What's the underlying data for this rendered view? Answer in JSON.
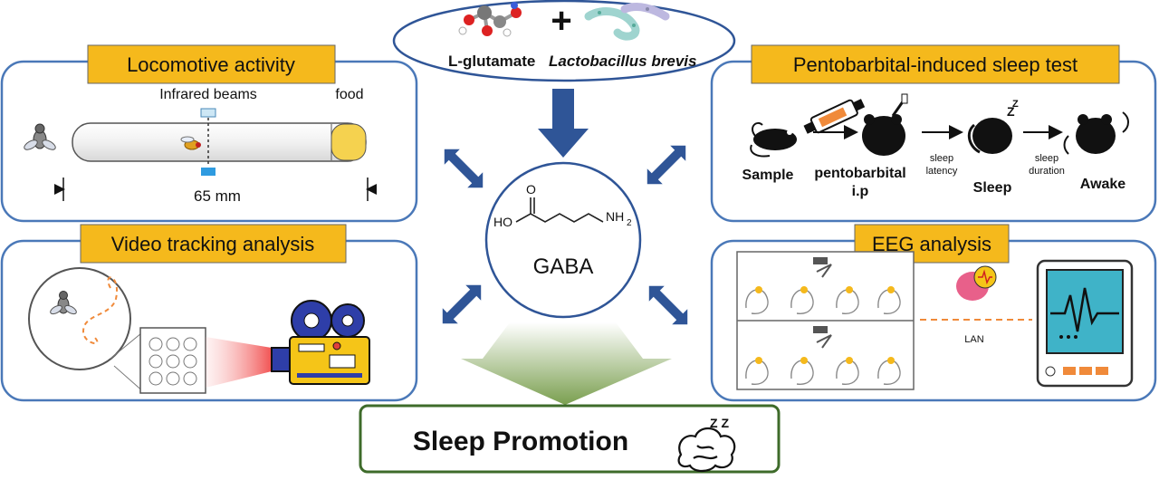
{
  "top_input": {
    "ingredient1": "L-glutamate",
    "ingredient2": "Lactobacillus brevis",
    "plus": "+"
  },
  "center": {
    "molecule_label": "GABA",
    "atom_o": "O",
    "atom_ho": "HO",
    "atom_nh": "NH",
    "atom_sub": "2"
  },
  "locomotive": {
    "title": "Locomotive activity",
    "infrared_label": "Infrared beams",
    "food_label": "food",
    "length_label": "65 mm"
  },
  "video": {
    "title": "Video tracking analysis"
  },
  "sleep_test": {
    "title": "Pentobarbital-induced sleep test",
    "step_sample": "Sample",
    "step_pento": "pentobarbital",
    "step_ip": "i.p",
    "latency_1": "sleep",
    "latency_2": "latency",
    "step_sleep": "Sleep",
    "duration_1": "sleep",
    "duration_2": "duration",
    "step_awake": "Awake",
    "zz": "Z"
  },
  "eeg": {
    "title": "EEG analysis",
    "lan_label": "LAN"
  },
  "outcome": {
    "label": "Sleep Promotion",
    "zzz": "Z Z"
  },
  "colors": {
    "panel_border": "#4a78b8",
    "title_fill": "#f5b91c",
    "arrow_blue": "#2f5597",
    "funnel_top": "#ffffff",
    "funnel_bottom": "#7a9f4f",
    "outcome_border": "#3e6b2a",
    "eeg_line": "#f08a3a",
    "camera_yellow": "#f5c518",
    "camera_blue": "#2e3ea8"
  }
}
